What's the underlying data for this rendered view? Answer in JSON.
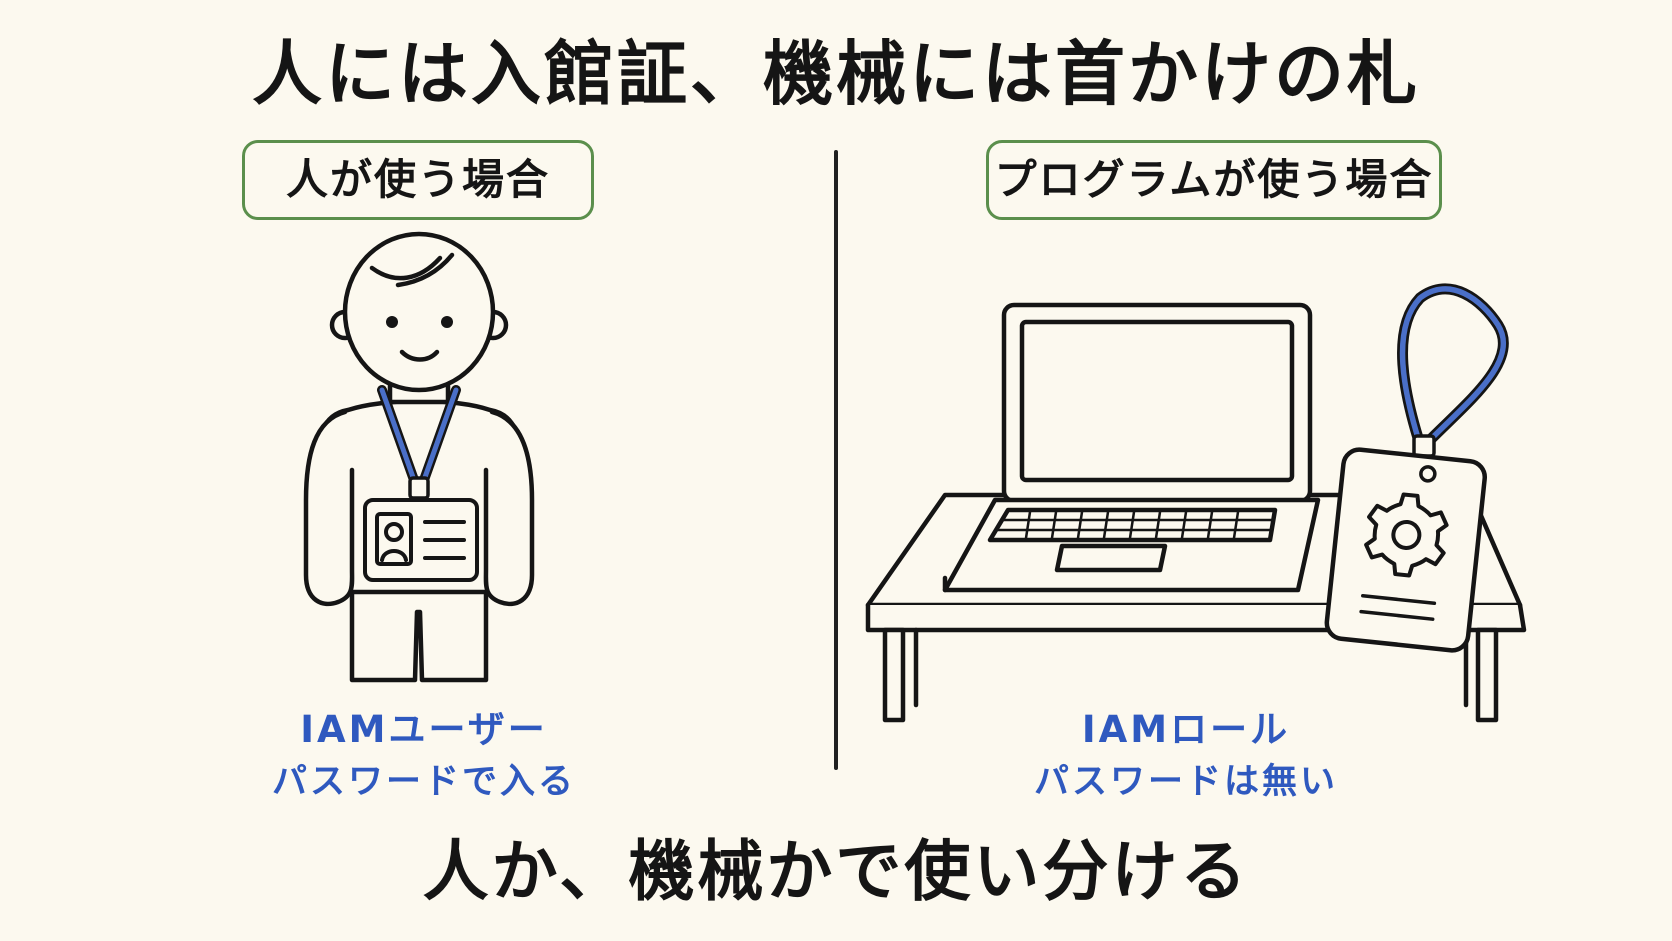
{
  "title": "人には入館証、機械には首かけの札",
  "left_panel": {
    "label": "人が使う場合",
    "caption_main": "IAMユーザー",
    "caption_sub": "パスワードで入る"
  },
  "right_panel": {
    "label": "プログラムが使う場合",
    "caption_main": "IAMロール",
    "caption_sub": "パスワードは無い"
  },
  "footer": "人か、機械かで使い分ける",
  "colors": {
    "background": "#fcf9ef",
    "label_border": "#5b8f4c",
    "caption_blue": "#2f59bf",
    "lanyard_blue": "#4a6fc8",
    "ink": "#151515"
  },
  "icons": {
    "left": [
      "person-figure",
      "id-badge-icon",
      "lanyard"
    ],
    "right": [
      "laptop-icon",
      "desk",
      "gear-badge-icon",
      "lanyard"
    ]
  }
}
